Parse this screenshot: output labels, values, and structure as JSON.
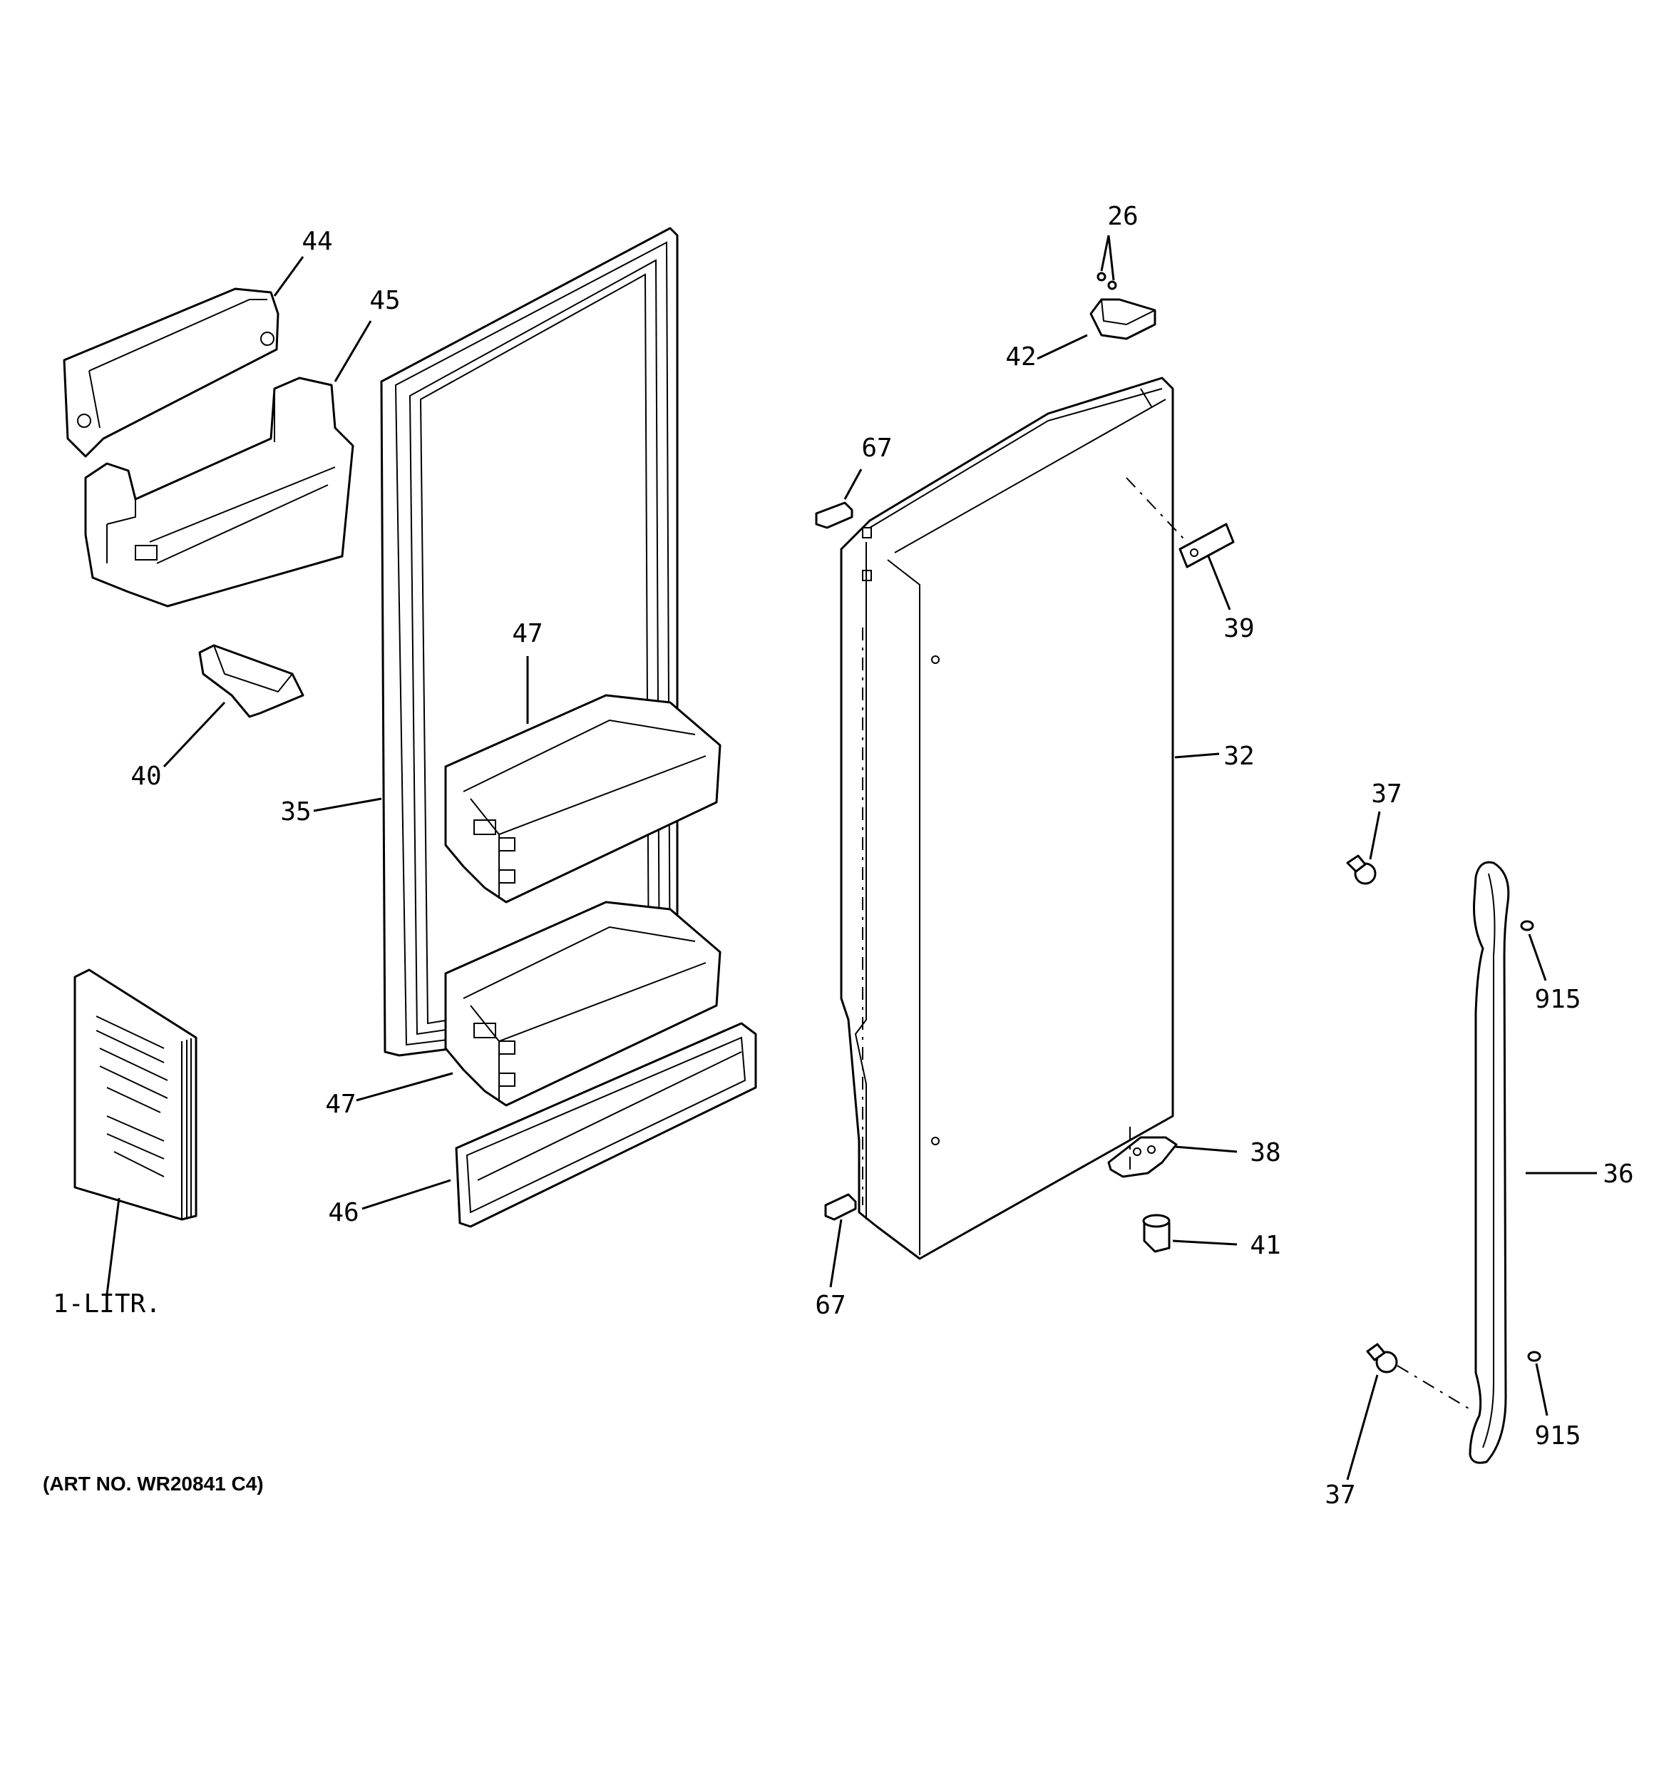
{
  "art_number": "(ART NO. WR20841 C4)",
  "callouts": {
    "c44": "44",
    "c45": "45",
    "c40": "40",
    "c35": "35",
    "c47a": "47",
    "c47b": "47",
    "c46": "46",
    "c1litr": "1-LITR.",
    "c26": "26",
    "c42": "42",
    "c67a": "67",
    "c39": "39",
    "c32": "32",
    "c67b": "67",
    "c38": "38",
    "c41": "41",
    "c37a": "37",
    "c915a": "915",
    "c36": "36",
    "c37b": "37",
    "c915b": "915"
  }
}
